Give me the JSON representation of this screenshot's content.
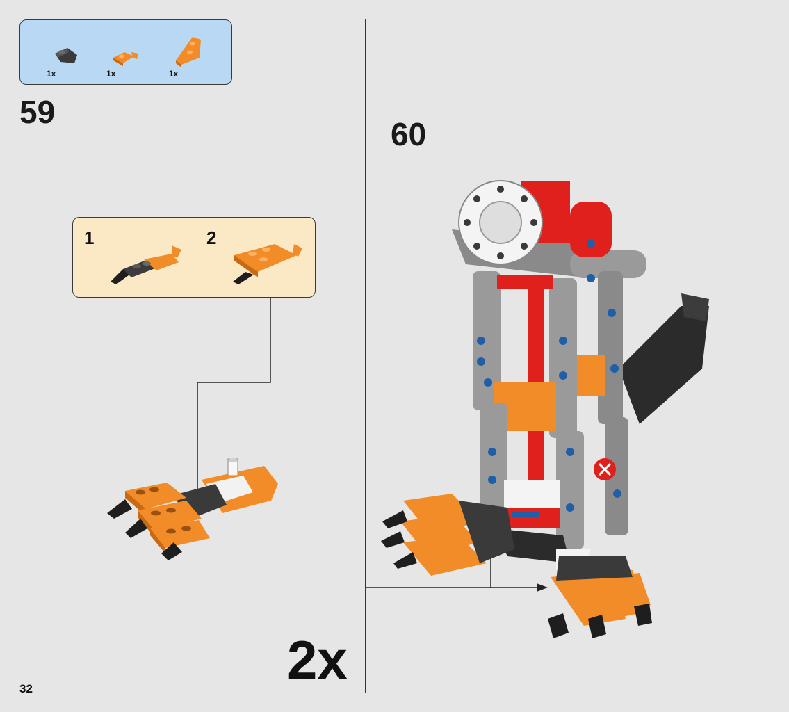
{
  "parts_list": {
    "items": [
      {
        "icon": "dark-gray-slope-plate-icon",
        "qty": "1x"
      },
      {
        "icon": "orange-clip-plate-icon",
        "qty": "1x"
      },
      {
        "icon": "orange-wedge-plate-icon",
        "qty": "1x"
      }
    ]
  },
  "step_a": {
    "number": "59"
  },
  "sub_steps": [
    {
      "number": "1"
    },
    {
      "number": "2"
    }
  ],
  "step_b": {
    "number": "60"
  },
  "multiplier": "2x",
  "page_number": "32",
  "colors": {
    "background": "#e6e6e6",
    "parts_box": "#b8d8f3",
    "sub_box": "#fbe8c4",
    "orange": "#f28c28",
    "red": "#e0201c",
    "gray": "#9a9a9a",
    "dark": "#2b2b2b",
    "blue": "#1f5fa8"
  }
}
